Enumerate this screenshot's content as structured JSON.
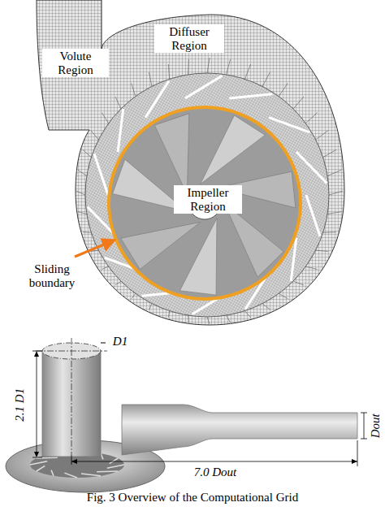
{
  "diagram": {
    "caption": "Fig. 3 Overview of the Computational Grid",
    "labels": [
      "Volute Region",
      "Diffuser Region",
      "Impeller Region",
      "Sliding boundary",
      "D1",
      "2.1 D1",
      "7.0 Dout",
      "Dout"
    ]
  }
}
